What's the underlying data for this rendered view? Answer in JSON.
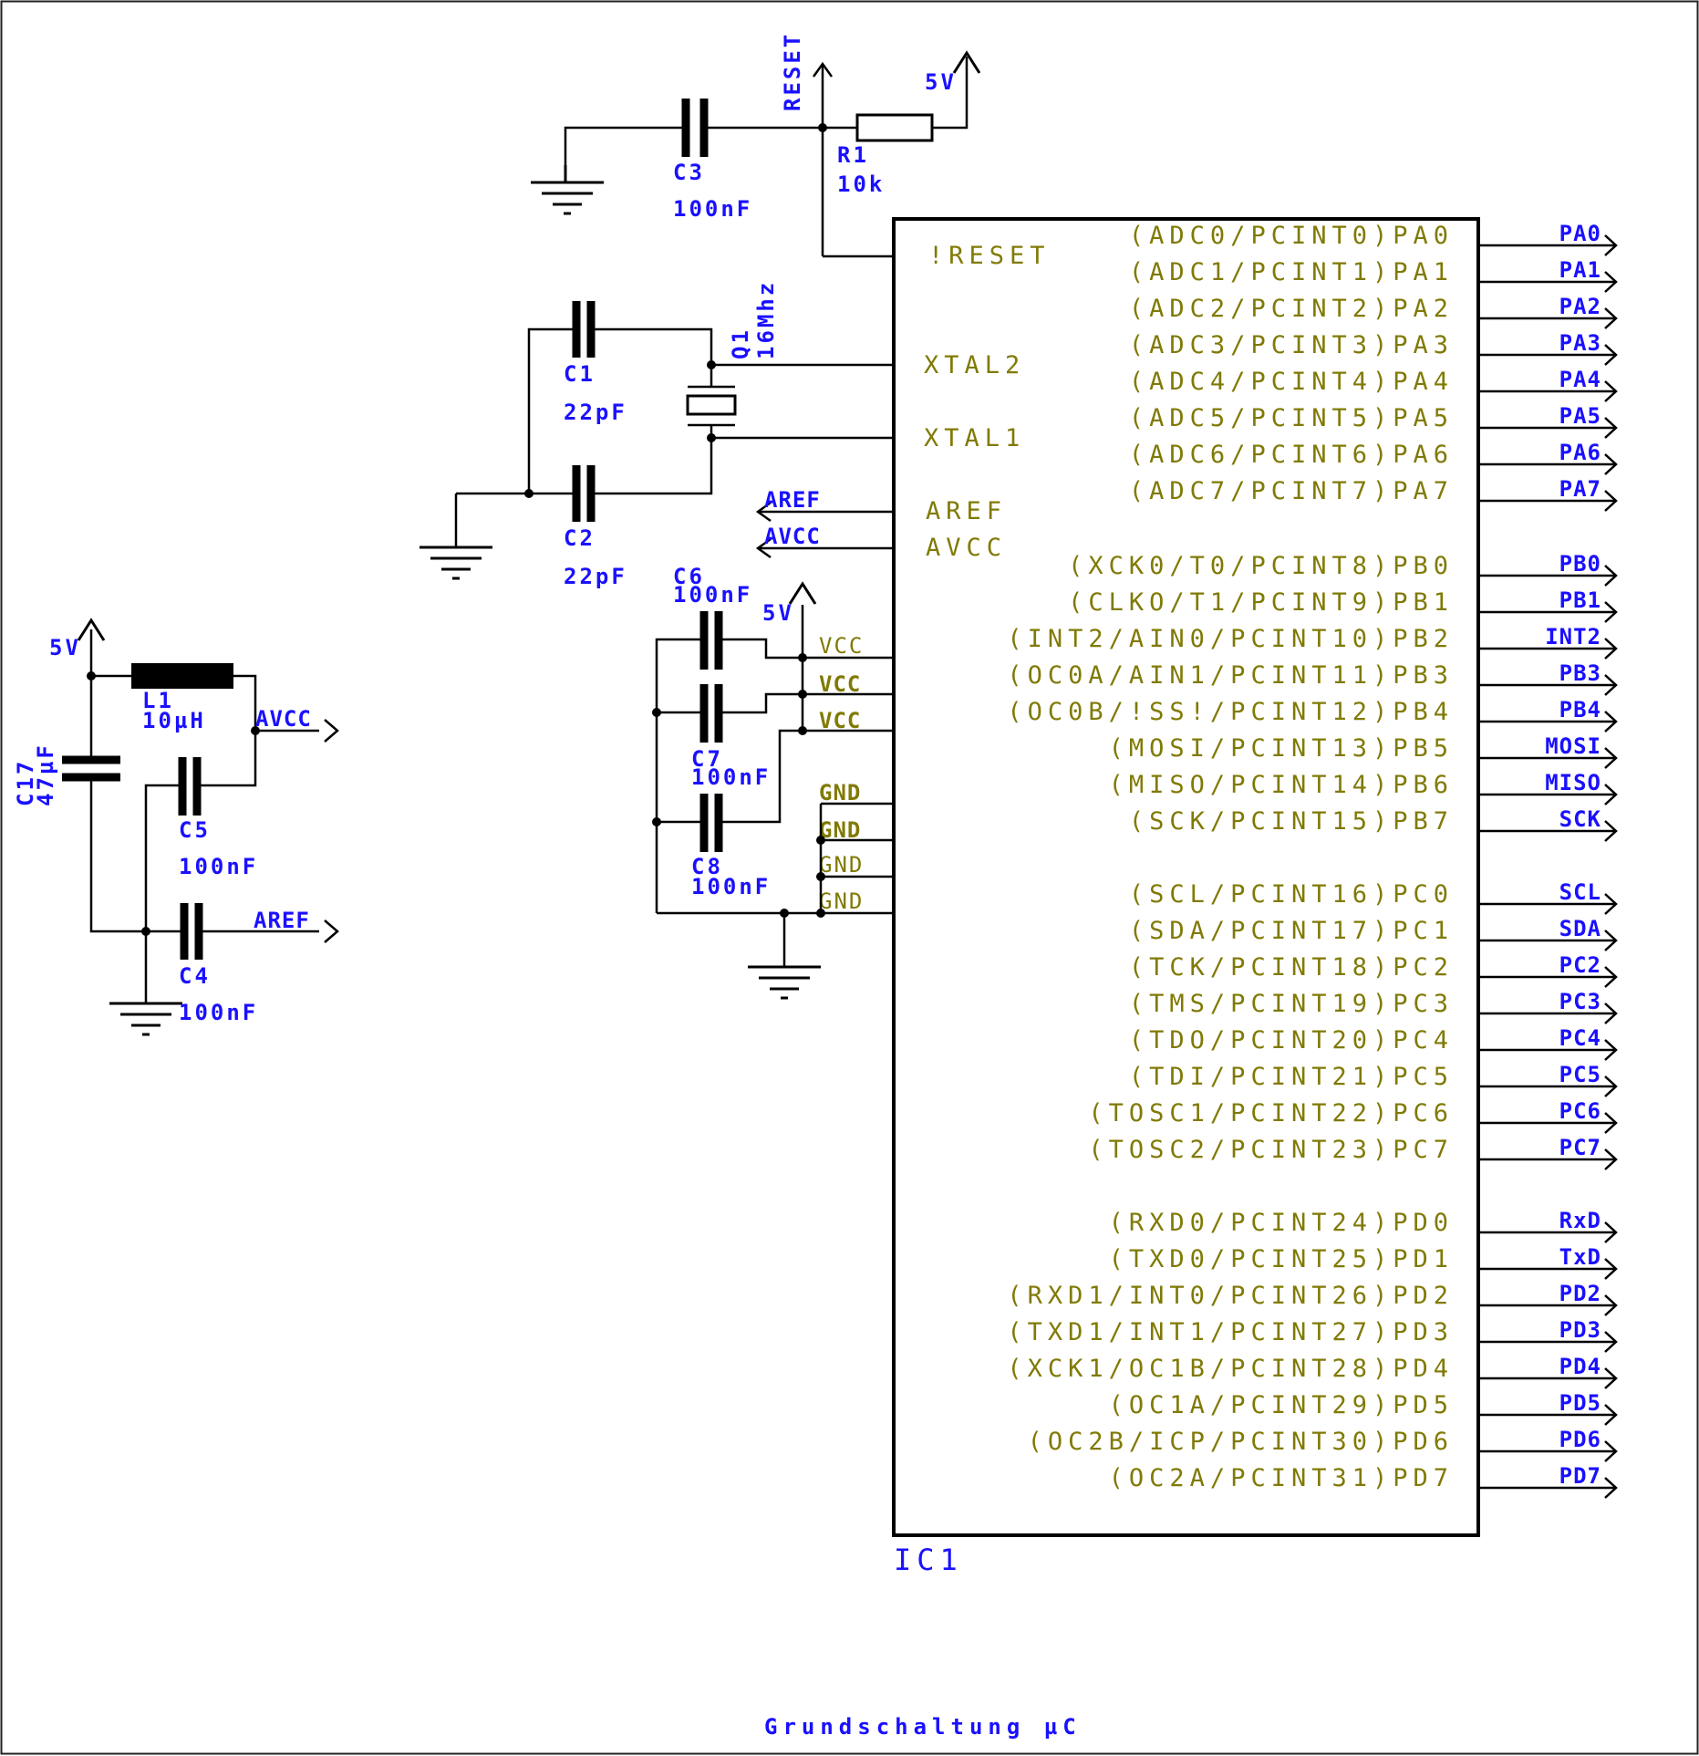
{
  "components": {
    "ic1": {
      "name": "IC1"
    },
    "r1": {
      "name": "R1",
      "value": "10k"
    },
    "c1": {
      "name": "C1",
      "value": "22pF"
    },
    "c2": {
      "name": "C2",
      "value": "22pF"
    },
    "c3": {
      "name": "C3",
      "value": "100nF"
    },
    "c4": {
      "name": "C4",
      "value": "100nF"
    },
    "c5": {
      "name": "C5",
      "value": "100nF"
    },
    "c6": {
      "name": "C6",
      "value": "100nF"
    },
    "c7": {
      "name": "C7",
      "value": "100nF"
    },
    "c8": {
      "name": "C8",
      "value": "100nF"
    },
    "c17": {
      "name": "C17",
      "value": "47µF"
    },
    "l1": {
      "name": "L1",
      "value": "10µH"
    },
    "q1": {
      "name": "Q1",
      "value": "16Mhz"
    }
  },
  "nets": {
    "reset": "RESET",
    "five_v": "5V",
    "aref": "AREF",
    "avcc": "AVCC"
  },
  "left_pins": {
    "reset": "!RESET",
    "xtal2": "XTAL2",
    "xtal1": "XTAL1",
    "aref": "AREF",
    "avcc": "AVCC",
    "vcc": "VCC",
    "gnd": "GND"
  },
  "port_pins": [
    {
      "pin": "(ADC0/PCINT0)PA0",
      "net": "PA0"
    },
    {
      "pin": "(ADC1/PCINT1)PA1",
      "net": "PA1"
    },
    {
      "pin": "(ADC2/PCINT2)PA2",
      "net": "PA2"
    },
    {
      "pin": "(ADC3/PCINT3)PA3",
      "net": "PA3"
    },
    {
      "pin": "(ADC4/PCINT4)PA4",
      "net": "PA4"
    },
    {
      "pin": "(ADC5/PCINT5)PA5",
      "net": "PA5"
    },
    {
      "pin": "(ADC6/PCINT6)PA6",
      "net": "PA6"
    },
    {
      "pin": "(ADC7/PCINT7)PA7",
      "net": "PA7"
    },
    {
      "pin": "(XCK0/T0/PCINT8)PB0",
      "net": "PB0"
    },
    {
      "pin": "(CLKO/T1/PCINT9)PB1",
      "net": "PB1"
    },
    {
      "pin": "(INT2/AIN0/PCINT10)PB2",
      "net": "INT2"
    },
    {
      "pin": "(OC0A/AIN1/PCINT11)PB3",
      "net": "PB3"
    },
    {
      "pin": "(OC0B/!SS!/PCINT12)PB4",
      "net": "PB4"
    },
    {
      "pin": "(MOSI/PCINT13)PB5",
      "net": "MOSI"
    },
    {
      "pin": "(MISO/PCINT14)PB6",
      "net": "MISO"
    },
    {
      "pin": "(SCK/PCINT15)PB7",
      "net": "SCK"
    },
    {
      "pin": "(SCL/PCINT16)PC0",
      "net": "SCL"
    },
    {
      "pin": "(SDA/PCINT17)PC1",
      "net": "SDA"
    },
    {
      "pin": "(TCK/PCINT18)PC2",
      "net": "PC2"
    },
    {
      "pin": "(TMS/PCINT19)PC3",
      "net": "PC3"
    },
    {
      "pin": "(TDO/PCINT20)PC4",
      "net": "PC4"
    },
    {
      "pin": "(TDI/PCINT21)PC5",
      "net": "PC5"
    },
    {
      "pin": "(TOSC1/PCINT22)PC6",
      "net": "PC6"
    },
    {
      "pin": "(TOSC2/PCINT23)PC7",
      "net": "PC7"
    },
    {
      "pin": "(RXD0/PCINT24)PD0",
      "net": "RxD"
    },
    {
      "pin": "(TXD0/PCINT25)PD1",
      "net": "TxD"
    },
    {
      "pin": "(RXD1/INT0/PCINT26)PD2",
      "net": "PD2"
    },
    {
      "pin": "(TXD1/INT1/PCINT27)PD3",
      "net": "PD3"
    },
    {
      "pin": "(XCK1/OC1B/PCINT28)PD4",
      "net": "PD4"
    },
    {
      "pin": "(OC1A/PCINT29)PD5",
      "net": "PD5"
    },
    {
      "pin": "(OC2B/ICP/PCINT30)PD6",
      "net": "PD6"
    },
    {
      "pin": "(OC2A/PCINT31)PD7",
      "net": "PD7"
    }
  ],
  "sheet_title": "Grundschaltung µC"
}
